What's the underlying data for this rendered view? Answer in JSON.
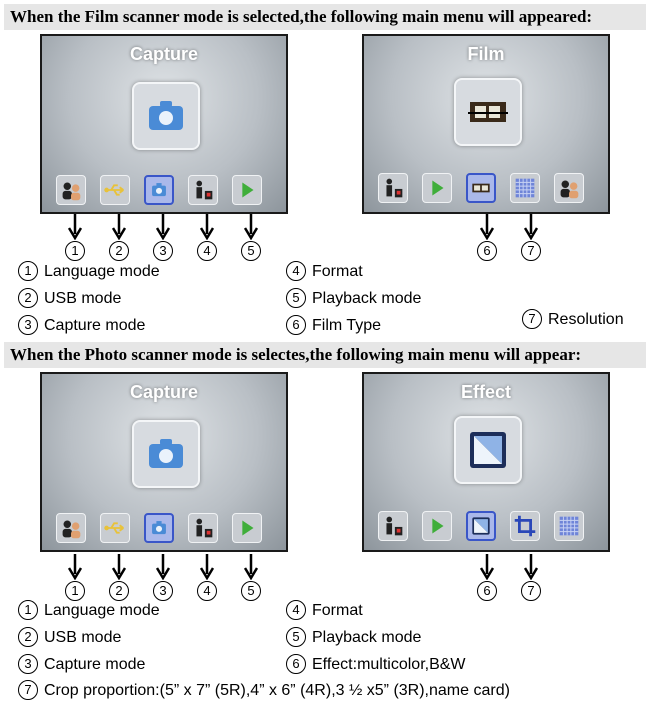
{
  "film_section": {
    "header": "When the Film scanner mode is selected,the following main menu will appeared:",
    "left_screen": {
      "title": "Capture",
      "big_icon": "camera-icon",
      "icons": [
        "language-icon",
        "usb-icon",
        "camera-icon",
        "delete-icon",
        "play-icon"
      ],
      "selected": 2
    },
    "right_screen": {
      "title": "Film",
      "big_icon": "film-icon",
      "icons": [
        "delete-icon",
        "play-icon",
        "film-icon",
        "resolution-icon",
        "language-icon"
      ],
      "selected": 2
    },
    "left_markers": [
      "1",
      "2",
      "3",
      "4",
      "5"
    ],
    "right_markers": [
      "6",
      "7"
    ],
    "legend": [
      {
        "num": "1",
        "text": "Language mode"
      },
      {
        "num": "2",
        "text": "USB mode"
      },
      {
        "num": "3",
        "text": "Capture mode"
      },
      {
        "num": "4",
        "text": "Format"
      },
      {
        "num": "5",
        "text": "Playback mode"
      },
      {
        "num": "6",
        "text": "Film Type"
      },
      {
        "num": "7",
        "text": "Resolution"
      }
    ]
  },
  "photo_section": {
    "header": "When the Photo scanner mode is selectes,the following main menu will appear:",
    "left_screen": {
      "title": "Capture",
      "big_icon": "camera-icon",
      "icons": [
        "language-icon",
        "usb-icon",
        "camera-icon",
        "delete-icon",
        "play-icon"
      ],
      "selected": 2
    },
    "right_screen": {
      "title": "Effect",
      "big_icon": "effect-icon",
      "icons": [
        "delete-icon",
        "play-icon",
        "effect-icon",
        "crop-icon",
        "resolution-icon"
      ],
      "selected": 2
    },
    "left_markers": [
      "1",
      "2",
      "3",
      "4",
      "5"
    ],
    "right_markers": [
      "6",
      "7"
    ],
    "legend": [
      {
        "num": "1",
        "text": "Language mode"
      },
      {
        "num": "2",
        "text": "USB mode"
      },
      {
        "num": "3",
        "text": "Capture mode"
      },
      {
        "num": "4",
        "text": "Format"
      },
      {
        "num": "5",
        "text": "Playback mode"
      },
      {
        "num": "6",
        "text": "Effect:multicolor,B&W"
      },
      {
        "num": "7",
        "text": "Crop proportion:(5” x 7” (5R),4” x 6” (4R),3 ½ x5” (3R),name card)"
      }
    ]
  },
  "colors": {
    "selected_tile": "#aab8ea",
    "camera_blue": "#4a8bd6",
    "play_green": "#3fae3a"
  }
}
